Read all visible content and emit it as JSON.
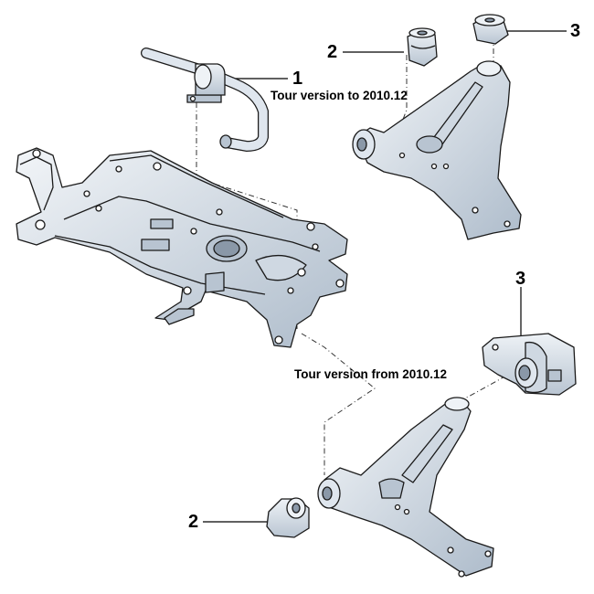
{
  "callouts": {
    "c1": "1",
    "c2_top": "2",
    "c3_top": "3",
    "c3_bottom": "3",
    "c2_bottom": "2"
  },
  "captions": {
    "to_2010": "Tour version to 2010.12",
    "from_2010": "Tour version from 2010.12"
  },
  "colors": {
    "part_fill": "#dfe6ee",
    "part_shade": "#b8c4d1",
    "part_dark": "#8a98a8",
    "outline": "#1a1a1a",
    "background": "#ffffff"
  }
}
